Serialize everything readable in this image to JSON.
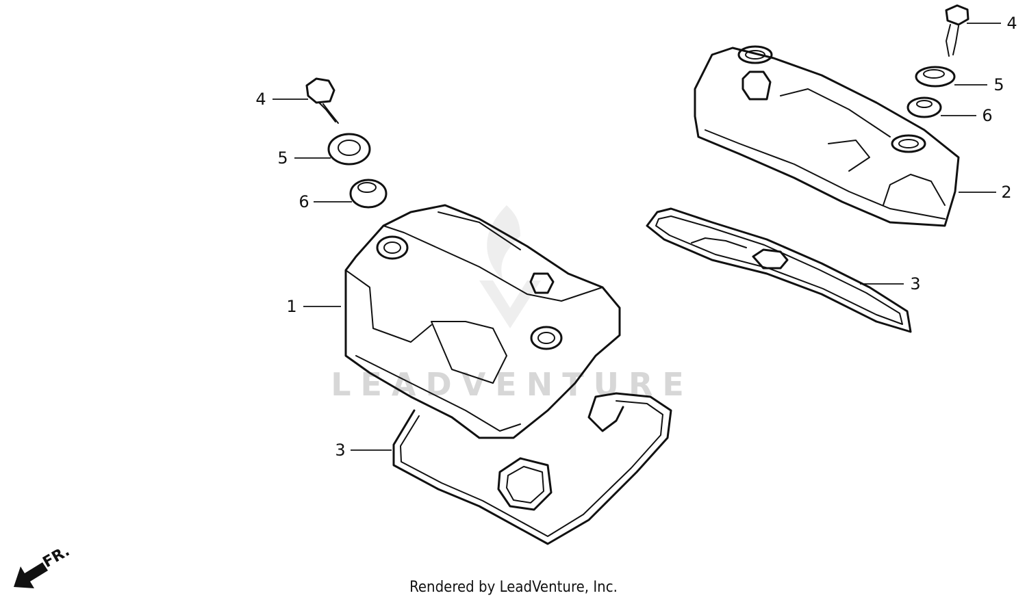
{
  "watermark": "LEADVENTURE",
  "direction_label": "FR.",
  "footer": "Rendered by LeadVenture, Inc.",
  "callouts": {
    "c1": "1",
    "c2": "2",
    "c3_left": "3",
    "c3_right": "3",
    "c4_left": "4",
    "c4_right": "4",
    "c5_left": "5",
    "c5_right": "5",
    "c6_left": "6",
    "c6_right": "6"
  }
}
